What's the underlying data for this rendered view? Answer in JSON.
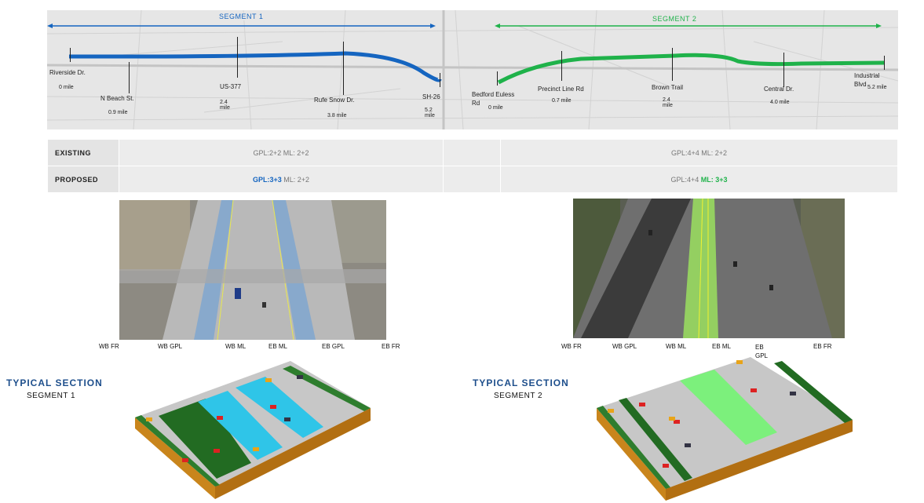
{
  "map": {
    "segment1_label": "SEGMENT 1",
    "segment2_label": "SEGMENT 2",
    "segment1_color": "#1565c0",
    "segment2_color": "#1fb24a",
    "stations": [
      {
        "name": "Riverside Dr.",
        "mile": "0 mile"
      },
      {
        "name": "N Beach St.",
        "mile": "0.9 mile"
      },
      {
        "name": "US-377",
        "mile": "2.4 mile"
      },
      {
        "name": "Rufe Snow Dr.",
        "mile": "3.8 mile"
      },
      {
        "name": "SH-26",
        "mile": "5.2 mile"
      },
      {
        "name": "Bedford Euless Rd",
        "mile": "0 mile"
      },
      {
        "name": "Precinct Line Rd",
        "mile": "0.7 mile"
      },
      {
        "name": "Brown Trail",
        "mile": "2.4 mile"
      },
      {
        "name": "Central Dr.",
        "mile": "4.0 mile"
      },
      {
        "name": "Industrial Blvd",
        "mile": "5.2 mile"
      }
    ]
  },
  "table": {
    "existing_label": "EXISTING",
    "proposed_label": "PROPOSED",
    "seg1_existing": "GPL:2+2 ML: 2+2",
    "seg2_existing": "GPL:4+4 ML: 2+2",
    "seg1_proposed_highlight": "GPL:3+3",
    "seg1_proposed_rest": " ML: 2+2",
    "seg2_proposed_rest": "GPL:4+4 ",
    "seg2_proposed_highlight": "ML: 3+3"
  },
  "photo1_lanes": [
    "WB FR",
    "WB GPL",
    "WB ML",
    "EB ML",
    "EB GPL",
    "EB FR"
  ],
  "photo2_lanes": [
    "WB FR",
    "WB GPL",
    "WB ML",
    "EB ML",
    "EB GPL",
    "EB FR"
  ],
  "section1": {
    "title": "TYPICAL SECTION",
    "subtitle": "SEGMENT 1"
  },
  "section2": {
    "title": "TYPICAL SECTION",
    "subtitle": "SEGMENT 2"
  }
}
